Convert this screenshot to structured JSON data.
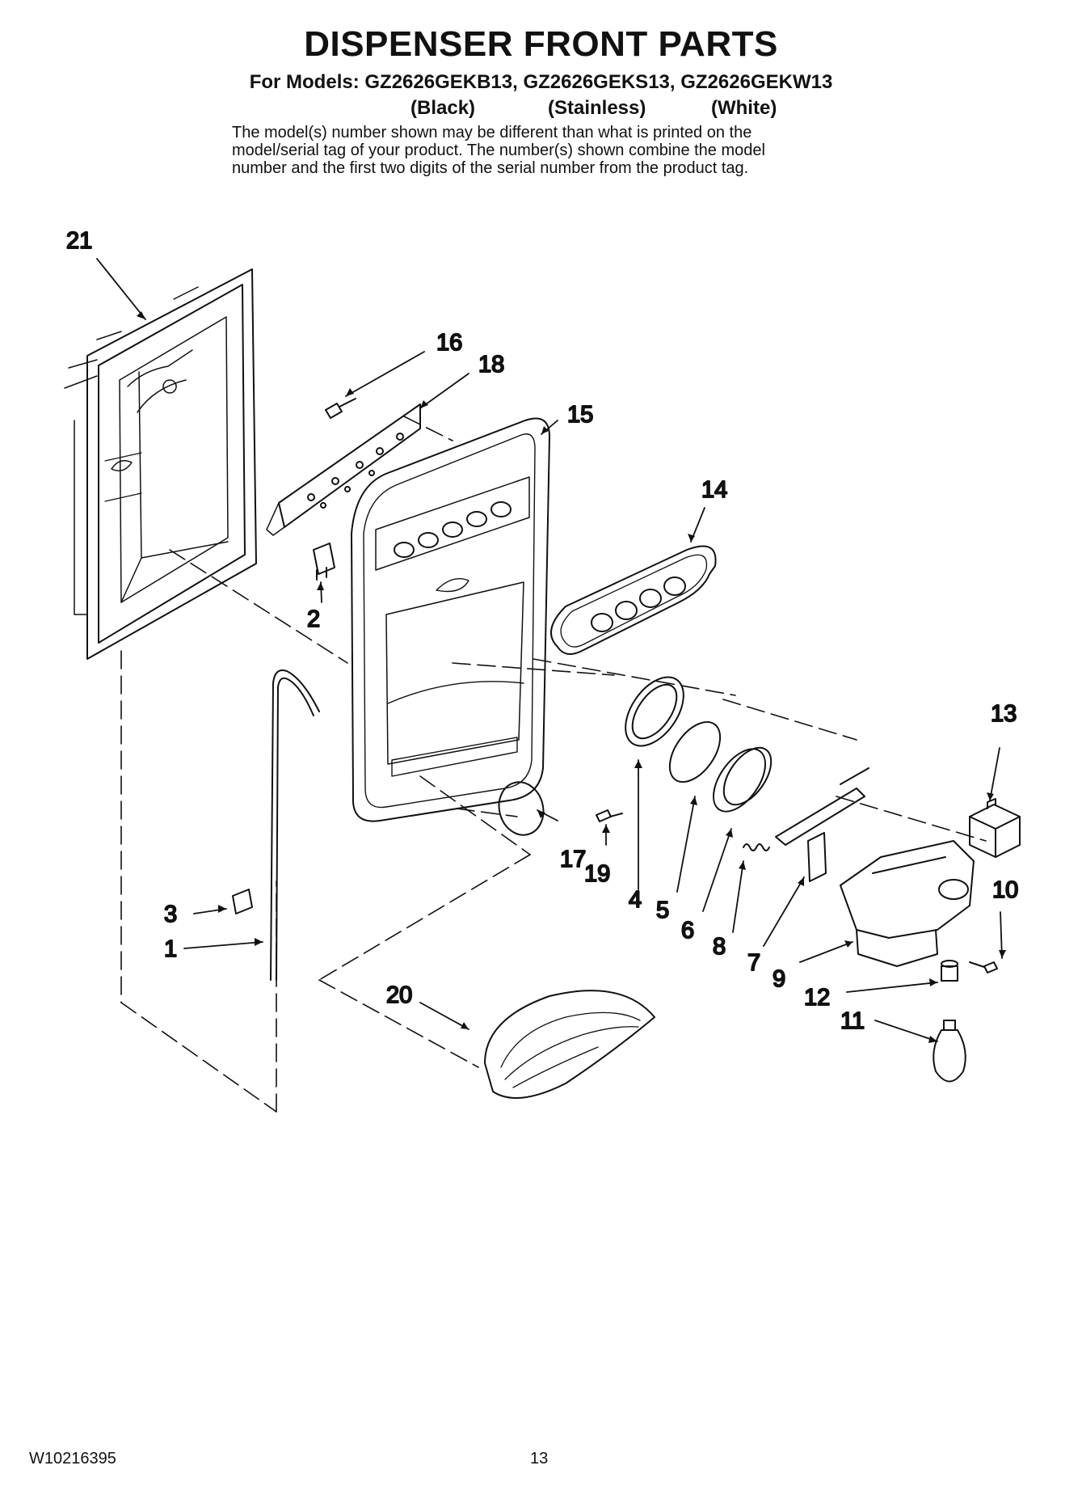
{
  "header": {
    "title": "DISPENSER FRONT PARTS",
    "models": "For Models: GZ2626GEKB13, GZ2626GEKS13, GZ2626GEKW13",
    "variants": [
      "(Black)",
      "(Stainless)",
      "(White)"
    ],
    "note_lines": [
      "The model(s) number shown may be different than what is printed on the",
      "model/serial tag of your product. The number(s) shown combine the model",
      "number and the first two digits of the serial number from the product tag."
    ]
  },
  "callouts": {
    "p1": "1",
    "p2": "2",
    "p3": "3",
    "p4": "4",
    "p5": "5",
    "p6": "6",
    "p7": "7",
    "p8": "8",
    "p9": "9",
    "p10": "10",
    "p11": "11",
    "p12": "12",
    "p13": "13",
    "p14": "14",
    "p15": "15",
    "p16": "16",
    "p17": "17",
    "p18": "18",
    "p19": "19",
    "p20": "20",
    "p21": "21"
  },
  "footer": {
    "doc_number": "W10216395",
    "page_number": "13"
  }
}
